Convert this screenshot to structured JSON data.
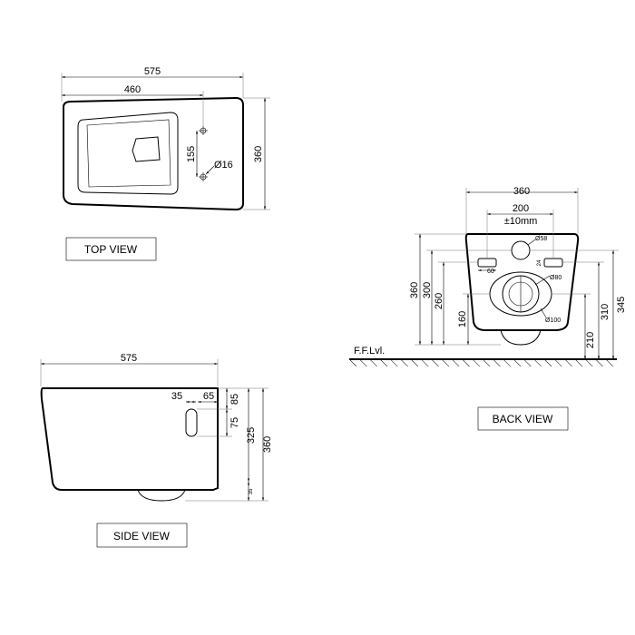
{
  "views": {
    "top": {
      "label": "TOP VIEW",
      "dims": {
        "overall_length": "575",
        "rim_length": "460",
        "hole_spacing": "155",
        "hole_diameter": "Ø16",
        "width": "360"
      }
    },
    "side": {
      "label": "SIDE VIEW",
      "dims": {
        "overall_length": "575",
        "d35": "35",
        "d65": "65",
        "d85": "85",
        "d75": "75",
        "d325": "325",
        "d360": "360",
        "d35_bottom": "35"
      }
    },
    "back": {
      "label": "BACK VIEW",
      "floor_label": "F.F.Lvl.",
      "dims": {
        "width": "360",
        "bolt_spacing": "200",
        "bolt_tolerance": "±10mm",
        "inlet_diameter": "Ø58",
        "slot_width": "60",
        "slot_height": "24",
        "outlet_inner": "Ø80",
        "outlet_outer": "Ø100",
        "h360": "360",
        "h300": "300",
        "h260": "260",
        "h160": "160",
        "h345": "345",
        "h310": "310",
        "h210": "210"
      }
    }
  }
}
